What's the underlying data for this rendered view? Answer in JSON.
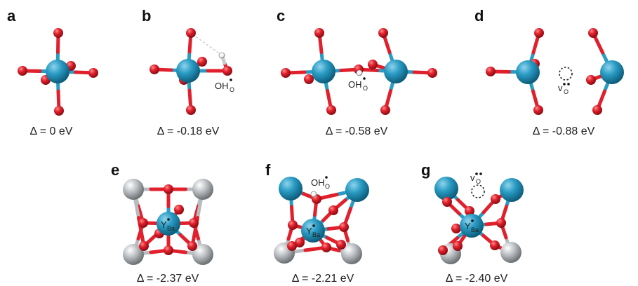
{
  "colors": {
    "yttrium": "#2a9cc4",
    "oxygen": "#e0202c",
    "barium": "#b8bcc0",
    "hydrogen": "#ffffff",
    "text": "#222222"
  },
  "panels": [
    {
      "letter": "a",
      "energy": "Δ = 0 eV"
    },
    {
      "letter": "b",
      "energy": "Δ = -0.18 eV",
      "species": "OH",
      "species_sub": "O"
    },
    {
      "letter": "c",
      "energy": "Δ = -0.58 eV",
      "species": "OH",
      "species_sub": "O"
    },
    {
      "letter": "d",
      "energy": "Δ = -0.88 eV",
      "species": "v",
      "species_sub": "O"
    },
    {
      "letter": "e",
      "energy": "Δ = -2.37 eV",
      "center_label": "Y",
      "center_sub": "Ba"
    },
    {
      "letter": "f",
      "energy": "Δ = -2.21 eV",
      "species": "OH",
      "species_sub": "O",
      "center_label": "Y",
      "center_sub": "Ba"
    },
    {
      "letter": "g",
      "energy": "Δ = -2.40 eV",
      "species": "v",
      "species_sub": "O",
      "center_label": "Y",
      "center_sub": "Ba"
    }
  ]
}
